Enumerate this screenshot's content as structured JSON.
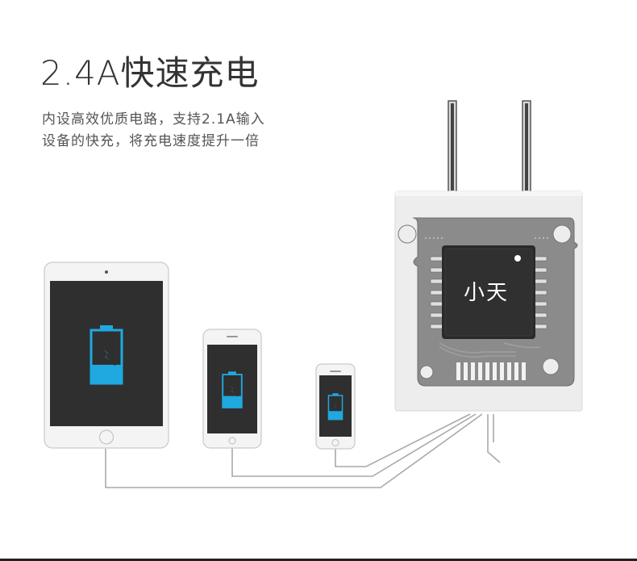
{
  "heading": {
    "title": "2.4A快速充电",
    "line1": "内设高效优质电路，支持2.1A输入",
    "line2": "设备的快充，将充电速度提升一倍"
  },
  "chip": {
    "label": "小天"
  },
  "colors": {
    "accent": "#1fa9e0",
    "screen": "#2f2f2f",
    "device_body": "#f4f4f4",
    "board": "#8d8d8d",
    "chip": "#2b2b2b",
    "trace": "#a9a9a9"
  },
  "devices": [
    {
      "name": "tablet",
      "battery_level": 0.35
    },
    {
      "name": "large-phone",
      "battery_level": 0.35
    },
    {
      "name": "small-phone",
      "battery_level": 0.35
    }
  ]
}
